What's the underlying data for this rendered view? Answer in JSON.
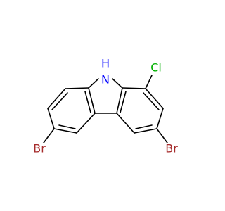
{
  "molecule": {
    "atoms": [
      {
        "id": "nh",
        "text": "H",
        "color": "#0000ff"
      },
      {
        "id": "n",
        "text": "N",
        "color": "#0000ff"
      },
      {
        "id": "cl",
        "text": "Cl",
        "color": "#00b000"
      },
      {
        "id": "br_left",
        "text": "Br",
        "color": "#a52a2a"
      },
      {
        "id": "br_right",
        "text": "Br",
        "color": "#a52a2a"
      }
    ]
  }
}
